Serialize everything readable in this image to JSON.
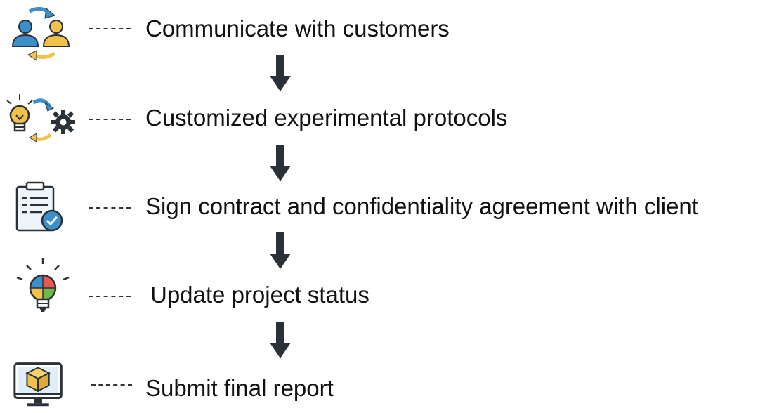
{
  "steps": [
    {
      "label": "Communicate with customers",
      "icon": "people-exchange-icon"
    },
    {
      "label": "Customized experimental protocols",
      "icon": "idea-gear-icon"
    },
    {
      "label": "Sign contract and confidentiality agreement with client",
      "icon": "clipboard-check-icon"
    },
    {
      "label": "Update project status",
      "icon": "puzzle-bulb-icon"
    },
    {
      "label": "Submit final report",
      "icon": "monitor-box-icon"
    }
  ],
  "colors": {
    "arrow": "#2b3138",
    "blue": "#3d8fc9",
    "yellow": "#f2c14a",
    "outline": "#2b3138"
  }
}
